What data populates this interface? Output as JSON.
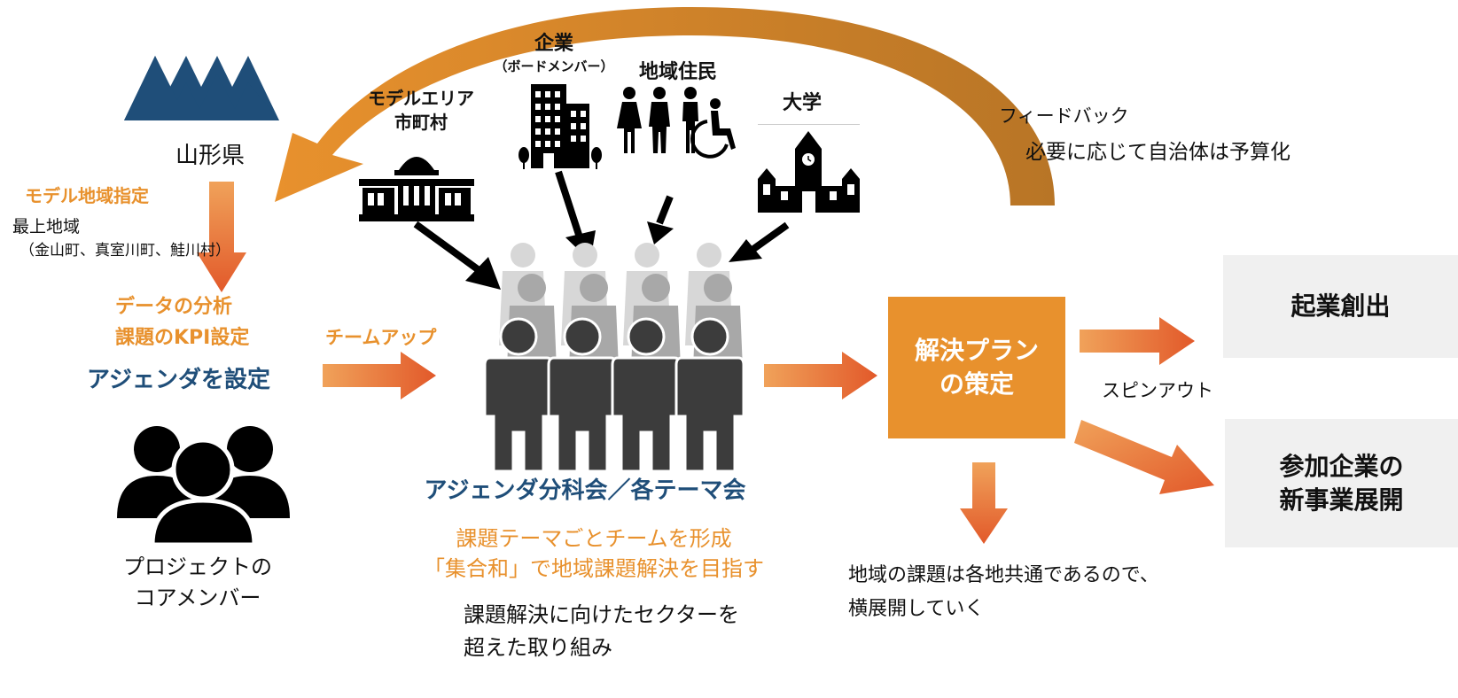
{
  "colors": {
    "orange": "#e8912d",
    "blue": "#1f4e79",
    "box_gray": "#f0f0f0",
    "arrow_brown": "#c1782a"
  },
  "icons": {
    "prefecture_logo": "yamagata-mountain-logo-icon",
    "municipality": "city-hall-icon",
    "company": "office-building-icon",
    "residents": "residents-people-icon",
    "university": "university-building-icon",
    "core_members": "group-of-people-icon",
    "crowd": "crowd-of-people-icon"
  },
  "left": {
    "prefecture": "山形県",
    "model_area_designation": "モデル地域指定",
    "region": "最上地域",
    "towns": "（金山町、真室川町、鮭川村）",
    "analysis_line1": "データの分析",
    "analysis_line2": "課題のKPI設定",
    "agenda": "アジェンダを設定",
    "core_line1": "プロジェクトの",
    "core_line2": "コアメンバー"
  },
  "teamup": "チームアップ",
  "stakeholders": {
    "municipality_line1": "モデルエリア",
    "municipality_line2": "市町村",
    "company": "企業",
    "company_sub": "（ボードメンバー）",
    "residents": "地域住民",
    "university": "大学"
  },
  "center": {
    "title": "アジェンダ分科会／各テーマ会",
    "desc_line1": "課題テーマごとチームを形成",
    "desc_line2": "「集合和」で地域課題解決を目指す",
    "note_line1": "課題解決に向けたセクターを",
    "note_line2": "超えた取り組み"
  },
  "feedback": {
    "label": "フィードバック",
    "budget": "必要に応じて自治体は予算化"
  },
  "plan": {
    "line1": "解決プラン",
    "line2": "の策定"
  },
  "outcomes": {
    "startup": "起業創出",
    "spinout": "スピンアウト",
    "newbiz_line1": "参加企業の",
    "newbiz_line2": "新事業展開"
  },
  "expansion": {
    "line1": "地域の課題は各地共通であるので、",
    "line2": "横展開していく"
  }
}
